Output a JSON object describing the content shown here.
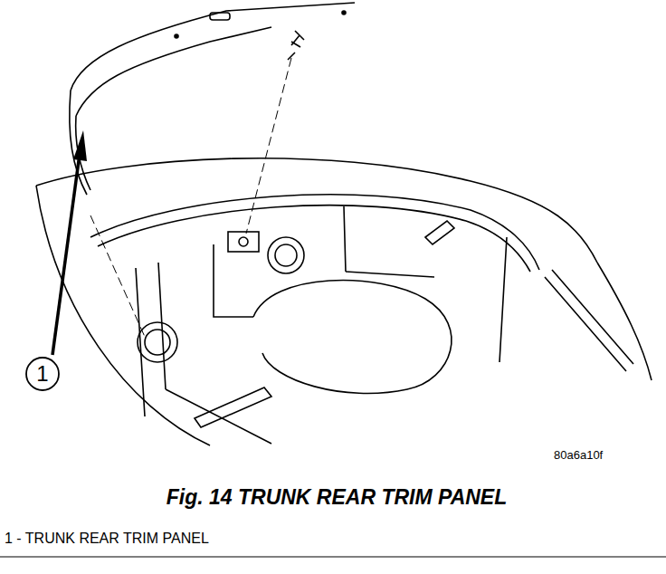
{
  "diagram": {
    "title": "Fig. 14 TRUNK REAR TRIM PANEL",
    "caption": "1 - TRUNK REAR TRIM PANEL",
    "labels": [
      "1",
      "80a6a10f"
    ]
  }
}
